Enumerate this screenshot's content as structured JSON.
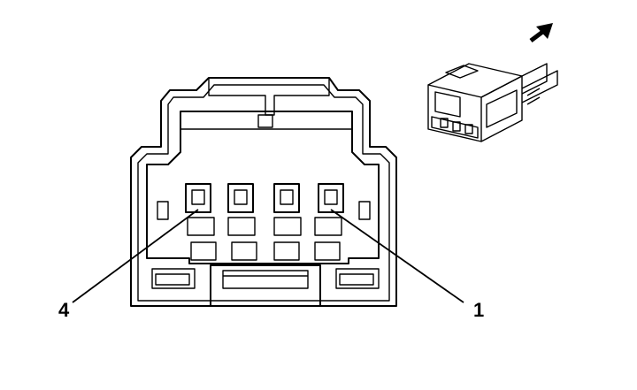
{
  "diagram": {
    "pin_labels": {
      "left": "4",
      "right": "1"
    },
    "pin_count": 4,
    "direction_arrow": "arrow-up-right-icon",
    "colors": {
      "stroke": "#000000",
      "background": "#ffffff"
    }
  }
}
